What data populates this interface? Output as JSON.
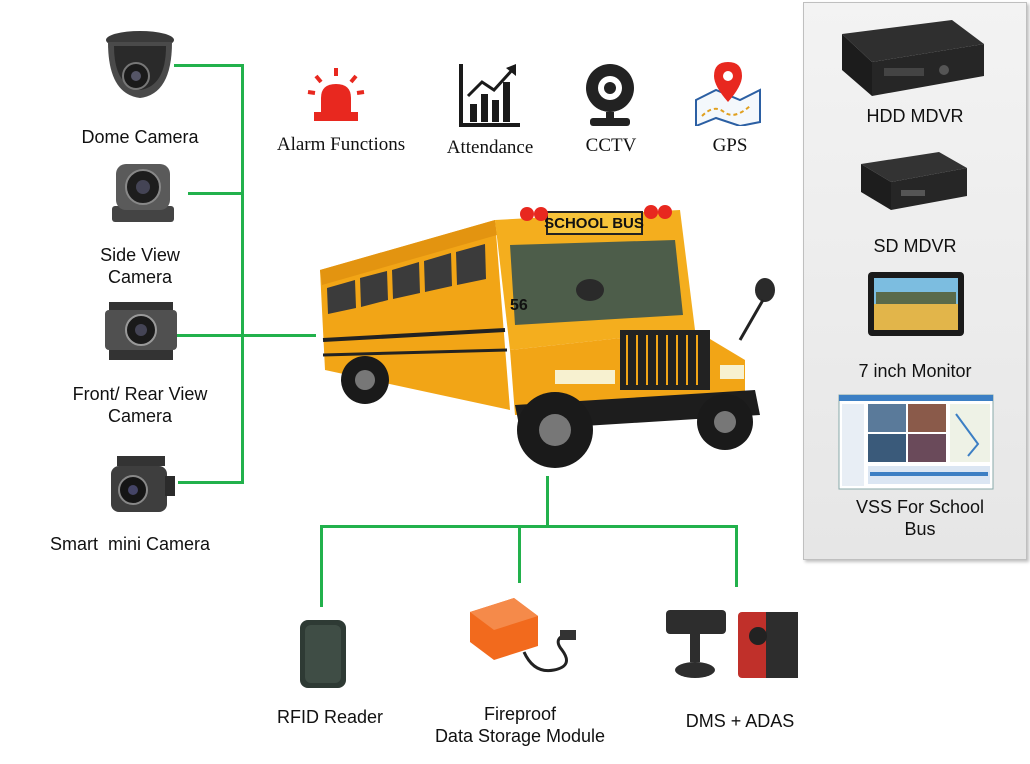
{
  "colors": {
    "connector": "#22b14c",
    "alarm": "#e8281f",
    "gps_pin": "#e8281f",
    "bus_yellow": "#f2a516",
    "panel_bg": "#ececec"
  },
  "cameras": [
    {
      "label": "Dome Camera",
      "icon": "dome-camera-icon"
    },
    {
      "label": "Side View\nCamera",
      "icon": "side-view-camera-icon"
    },
    {
      "label": "Front/ Rear View\nCamera",
      "icon": "front-rear-camera-icon"
    },
    {
      "label": "Smart  mini Camera",
      "icon": "mini-camera-icon"
    }
  ],
  "functions": [
    {
      "label": "Alarm Functions",
      "icon": "alarm-siren-icon"
    },
    {
      "label": "Attendance",
      "icon": "bar-chart-icon"
    },
    {
      "label": "CCTV",
      "icon": "webcam-icon"
    },
    {
      "label": "GPS",
      "icon": "map-pin-icon"
    }
  ],
  "bus": {
    "sign": "SCHOOL BUS",
    "number": "56"
  },
  "devices": [
    {
      "label": "HDD MDVR",
      "icon": "hdd-mdvr-icon"
    },
    {
      "label": "SD MDVR",
      "icon": "sd-mdvr-icon"
    },
    {
      "label": "7 inch Monitor",
      "icon": "monitor-icon"
    },
    {
      "label": "VSS For School\nBus",
      "icon": "vss-software-icon"
    }
  ],
  "peripherals": [
    {
      "label": "RFID Reader",
      "icon": "rfid-reader-icon"
    },
    {
      "label": "Fireproof\nData Storage Module",
      "icon": "fireproof-storage-icon"
    },
    {
      "label": "DMS + ADAS",
      "icon": "dms-adas-icon"
    }
  ]
}
